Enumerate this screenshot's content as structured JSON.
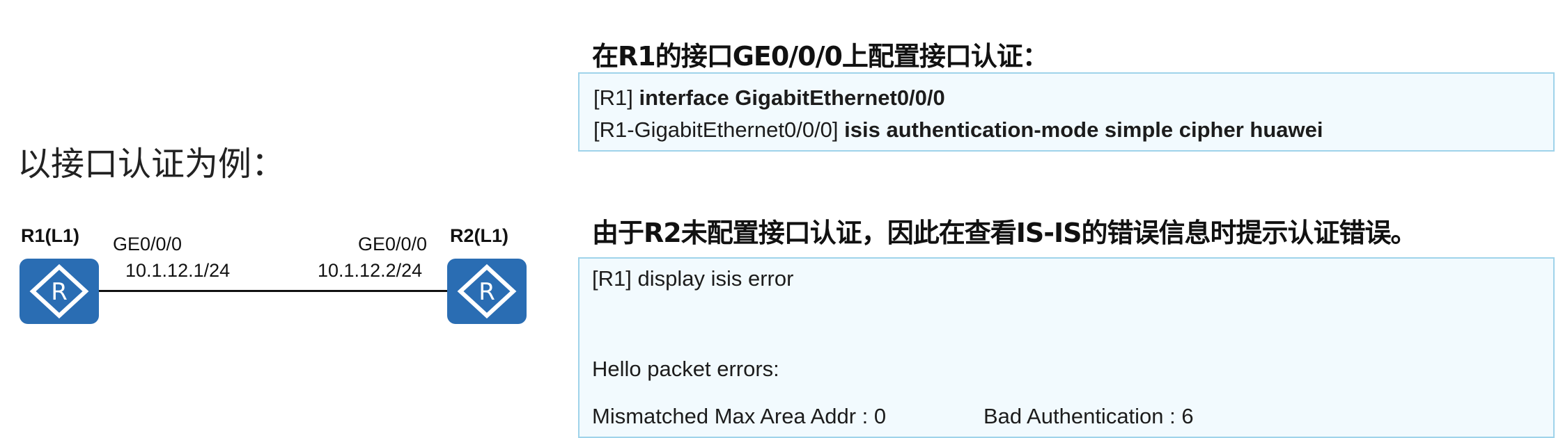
{
  "example_label": "以接口认证为例：",
  "topology": {
    "r1": {
      "name": "R1(L1)",
      "port": "GE0/0/0",
      "ip": "10.1.12.1/24"
    },
    "r2": {
      "name": "R2(L1)",
      "port": "GE0/0/0",
      "ip": "10.1.12.2/24"
    },
    "router_icon": "router-icon",
    "router_color": "#2a6db3"
  },
  "config_section": {
    "heading": "在R1的接口GE0/0/0上配置接口认证：",
    "lines": [
      {
        "prompt": "[R1] ",
        "command": "interface GigabitEthernet0/0/0"
      },
      {
        "prompt": "[R1-GigabitEthernet0/0/0] ",
        "command": "isis authentication-mode simple cipher  huawei"
      }
    ]
  },
  "error_section": {
    "heading": "由于R2未配置接口认证，因此在查看IS-IS的错误信息时提示认证错误。",
    "command": "[R1] display isis error",
    "subheading": "Hello packet errors:",
    "row": {
      "left": "Mismatched Max Area Addr : 0",
      "right": "Bad Authentication : 6"
    }
  }
}
